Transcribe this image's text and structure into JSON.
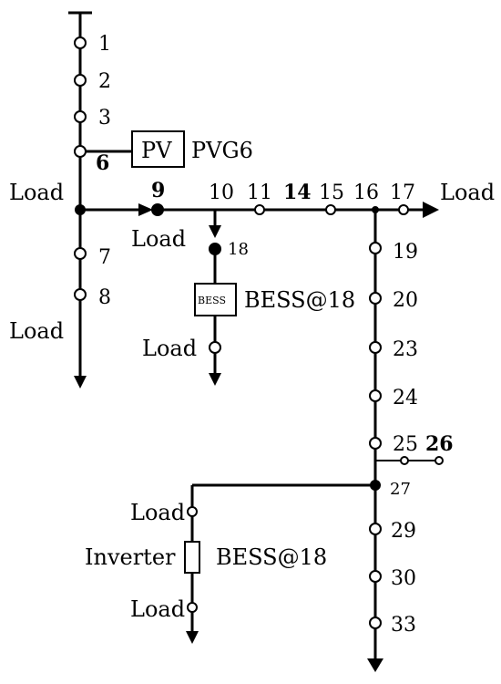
{
  "nodes": {
    "n1": "1",
    "n2": "2",
    "n3": "3",
    "n6": "6",
    "n7": "7",
    "n8": "8",
    "n9": "9",
    "n10": "10",
    "n11": "11",
    "n14": "14",
    "n15": "15",
    "n16": "16",
    "n17": "17",
    "n18": "18",
    "n19": "19",
    "n20": "20",
    "n23": "23",
    "n24": "24",
    "n25": "25",
    "n26": "26",
    "n27": "27",
    "n29": "29",
    "n30": "30",
    "n33": "33"
  },
  "labels": {
    "load_left_top": "Load",
    "load_left_bottom": "Load",
    "load_under_9": "Load",
    "load_right": "Load",
    "load_bess18": "Load",
    "load_branch_top": "Load",
    "load_branch_bottom": "Load",
    "pv_box": "PV",
    "pv_name": "PVG6",
    "bess_box": "BESS",
    "bess_name": "BESS@18",
    "inverter": "Inverter",
    "bess_name2": "BESS@18"
  },
  "colors": {
    "line": "#000000",
    "background": "#ffffff"
  }
}
